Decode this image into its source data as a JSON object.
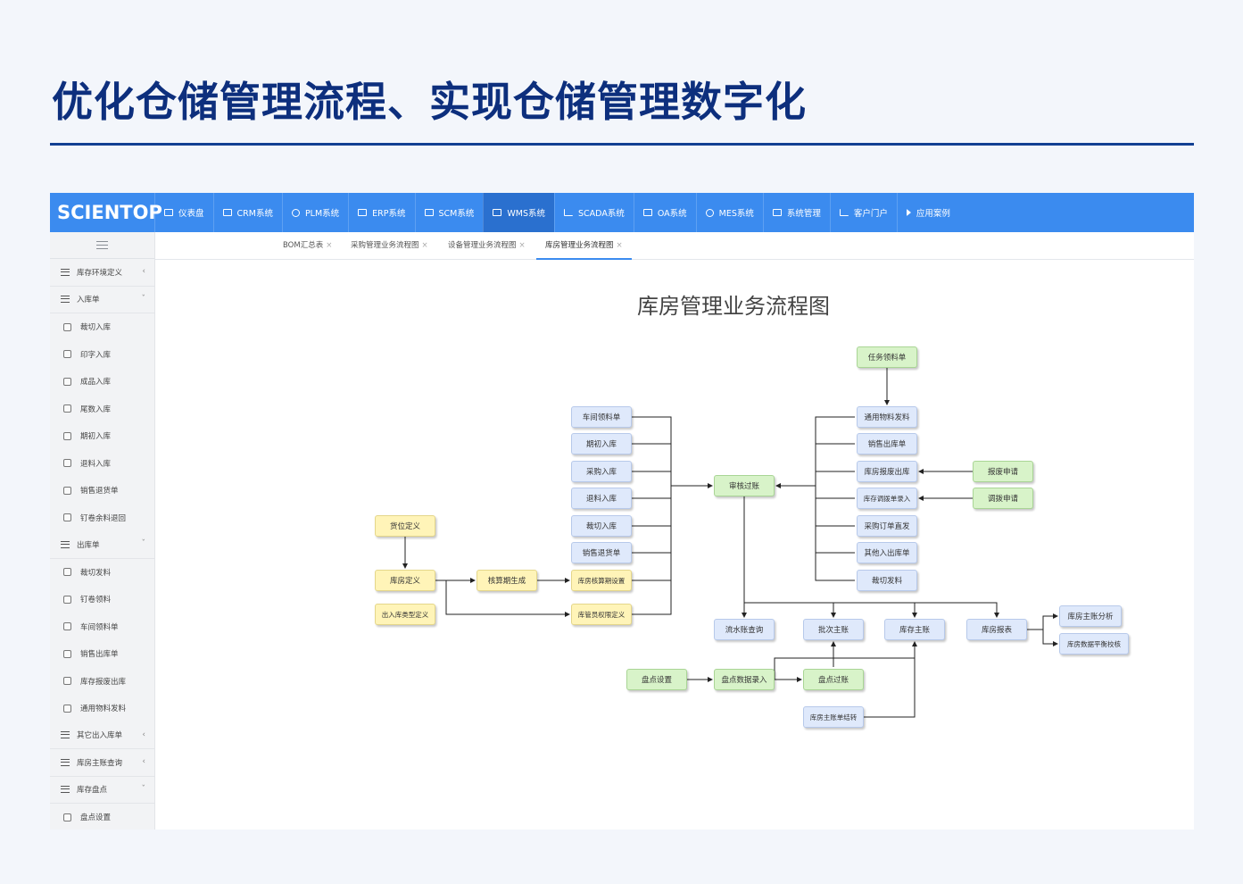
{
  "slide": {
    "title": "优化仓储管理流程、实现仓储管理数字化"
  },
  "app": {
    "logo": "SCIENTOP",
    "nav": [
      {
        "label": "仪表盘",
        "icon": "table-icon"
      },
      {
        "label": "CRM系统",
        "icon": "card-icon"
      },
      {
        "label": "PLM系统",
        "icon": "gear-icon"
      },
      {
        "label": "ERP系统",
        "icon": "list-icon"
      },
      {
        "label": "SCM系统",
        "icon": "card-icon"
      },
      {
        "label": "WMS系统",
        "icon": "list-icon",
        "active": true
      },
      {
        "label": "SCADA系统",
        "icon": "area-chart-icon"
      },
      {
        "label": "OA系统",
        "icon": "tools-icon"
      },
      {
        "label": "MES系统",
        "icon": "gears-icon"
      },
      {
        "label": "系统管理",
        "icon": "desktop-icon"
      },
      {
        "label": "客户门户",
        "icon": "area-chart-icon"
      },
      {
        "label": "应用案例",
        "icon": "paper-plane-icon"
      }
    ],
    "sidebar": [
      {
        "label": "库存环境定义",
        "type": "group",
        "arrow": "‹"
      },
      {
        "label": "入库单",
        "type": "group",
        "arrow": "ˇ"
      },
      {
        "label": "裁切入库",
        "type": "child"
      },
      {
        "label": "印字入库",
        "type": "child"
      },
      {
        "label": "成品入库",
        "type": "child"
      },
      {
        "label": "尾数入库",
        "type": "child"
      },
      {
        "label": "期初入库",
        "type": "child"
      },
      {
        "label": "退料入库",
        "type": "child"
      },
      {
        "label": "销售退货单",
        "type": "child"
      },
      {
        "label": "钉卷余料退回",
        "type": "child"
      },
      {
        "label": "出库单",
        "type": "group",
        "arrow": "ˇ"
      },
      {
        "label": "裁切发料",
        "type": "child"
      },
      {
        "label": "钉卷领料",
        "type": "child"
      },
      {
        "label": "车间领料单",
        "type": "child"
      },
      {
        "label": "销售出库单",
        "type": "child"
      },
      {
        "label": "库存报废出库",
        "type": "child"
      },
      {
        "label": "通用物料发料",
        "type": "child"
      },
      {
        "label": "其它出入库单",
        "type": "group",
        "arrow": "‹"
      },
      {
        "label": "库房主账查询",
        "type": "group",
        "arrow": "‹"
      },
      {
        "label": "库存盘点",
        "type": "group",
        "arrow": "ˇ"
      },
      {
        "label": "盘点设置",
        "type": "child"
      }
    ],
    "tabs": [
      {
        "label": "BOM汇总表",
        "close": "×"
      },
      {
        "label": "采购管理业务流程图",
        "close": "×"
      },
      {
        "label": "设备管理业务流程图",
        "close": "×"
      },
      {
        "label": "库房管理业务流程图",
        "close": "×",
        "active": true
      }
    ]
  },
  "diagram": {
    "title": "库房管理业务流程图",
    "colors": {
      "blue": "#dfe9fb",
      "yellow": "#fff4b8",
      "green": "#d8f3c9"
    },
    "nodes": [
      {
        "id": "rwllz",
        "label": "任务领料单",
        "color": "green"
      },
      {
        "id": "cjlld",
        "label": "车间领料单",
        "color": "blue"
      },
      {
        "id": "qcrk",
        "label": "期初入库",
        "color": "blue"
      },
      {
        "id": "cgrk",
        "label": "采购入库",
        "color": "blue"
      },
      {
        "id": "tlrk",
        "label": "退料入库",
        "color": "blue"
      },
      {
        "id": "qqrk",
        "label": "裁切入库",
        "color": "blue"
      },
      {
        "id": "xsthd",
        "label": "销售退货单",
        "color": "blue"
      },
      {
        "id": "kfhsqsz",
        "label": "库房核算期设置",
        "color": "yellow"
      },
      {
        "id": "kgyqxdy",
        "label": "库管员权限定义",
        "color": "yellow"
      },
      {
        "id": "hwdy",
        "label": "货位定义",
        "color": "yellow"
      },
      {
        "id": "kfdy",
        "label": "库房定义",
        "color": "yellow"
      },
      {
        "id": "hsqsc",
        "label": "核算期生成",
        "color": "yellow"
      },
      {
        "id": "crklxdy",
        "label": "出入库类型定义",
        "color": "yellow"
      },
      {
        "id": "shgz",
        "label": "审核过账",
        "color": "green"
      },
      {
        "id": "tywlfl",
        "label": "通用物料发料",
        "color": "blue"
      },
      {
        "id": "xsckd",
        "label": "销售出库单",
        "color": "blue"
      },
      {
        "id": "kfbfck",
        "label": "库房报废出库",
        "color": "blue"
      },
      {
        "id": "kcdbdlr",
        "label": "库存调拨单录入",
        "color": "blue"
      },
      {
        "id": "cgddzf",
        "label": "采购订单直发",
        "color": "blue"
      },
      {
        "id": "qtcrkd",
        "label": "其他入出库单",
        "color": "blue"
      },
      {
        "id": "qqfl",
        "label": "裁切发料",
        "color": "blue"
      },
      {
        "id": "bfsq",
        "label": "报废申请",
        "color": "green"
      },
      {
        "id": "dbsq",
        "label": "调拨申请",
        "color": "green"
      },
      {
        "id": "lszcx",
        "label": "流水账查询",
        "color": "blue"
      },
      {
        "id": "pczz",
        "label": "批次主账",
        "color": "blue"
      },
      {
        "id": "kczz",
        "label": "库存主账",
        "color": "blue"
      },
      {
        "id": "kfbb",
        "label": "库房报表",
        "color": "blue"
      },
      {
        "id": "kfzzfx",
        "label": "库房主账分析",
        "color": "blue"
      },
      {
        "id": "kfsjphjy",
        "label": "库房数据平衡校核",
        "color": "blue"
      },
      {
        "id": "pdsz",
        "label": "盘点设置",
        "color": "green"
      },
      {
        "id": "pdsjlr",
        "label": "盘点数据录入",
        "color": "green"
      },
      {
        "id": "pdgz",
        "label": "盘点过账",
        "color": "green"
      },
      {
        "id": "kfzzdjz",
        "label": "库房主账单结转",
        "color": "blue"
      }
    ]
  }
}
